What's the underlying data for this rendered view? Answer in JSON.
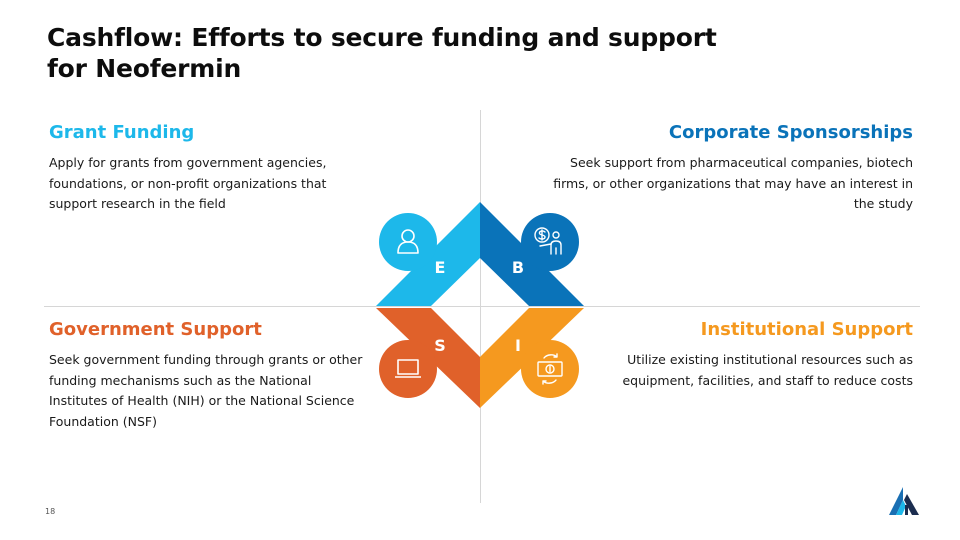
{
  "slide": {
    "title": "Cashflow: Efforts to secure funding and support for Neofermin",
    "page_number": "18"
  },
  "quadrants": {
    "top_left": {
      "heading": "Grant Funding",
      "text": "Apply for grants from government agencies, foundations, or non-profit organizations that support research in the field",
      "color": "#1db8ea"
    },
    "top_right": {
      "heading": "Corporate Sponsorships",
      "text": "Seek support from pharmaceutical companies, biotech firms, or other organizations that may have an interest in the study",
      "color": "#0a73b9"
    },
    "bottom_left": {
      "heading": "Government Support",
      "text": "Seek government funding through grants or other funding mechanisms such as the National Institutes of Health (NIH) or the National Science Foundation (NSF)",
      "color": "#e0612a"
    },
    "bottom_right": {
      "heading": "Institutional Support",
      "text": "Utilize existing institutional resources such as equipment, facilities, and staff to reduce costs",
      "color": "#f5991f"
    }
  },
  "diagram": {
    "letters": {
      "top_left": "E",
      "top_right": "B",
      "bottom_left": "S",
      "bottom_right": "I"
    },
    "icons": {
      "top_left": "user-icon",
      "top_right": "sponsor-money-icon",
      "bottom_left": "laptop-icon",
      "bottom_right": "money-exchange-icon"
    }
  }
}
